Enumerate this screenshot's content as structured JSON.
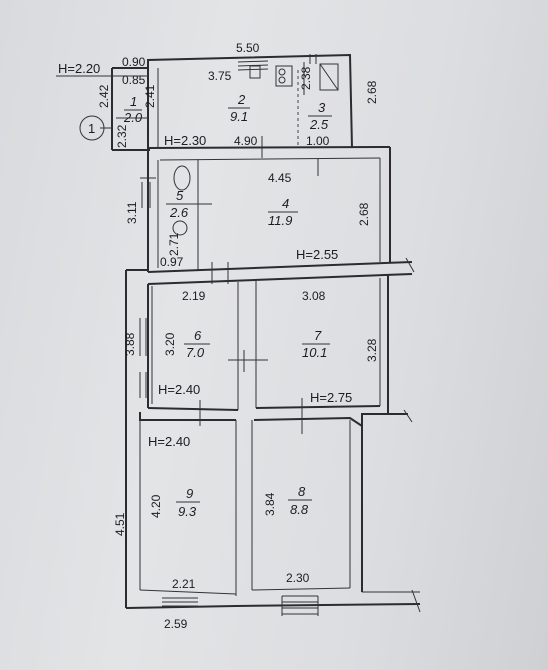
{
  "diagram": {
    "plan_marker": "1",
    "heights": {
      "h1": "H=2.20",
      "h2": "H=2.30",
      "h3": "H=2.55",
      "h4": "H=2.40",
      "h5": "H=2.40",
      "h6": "H=2.75"
    },
    "dimensions": {
      "d_550": "5.50",
      "d_090": "0.90",
      "d_085": "0.85",
      "d_375": "3.75",
      "d_238": "2.38",
      "d_268_r": "2.68",
      "d_242": "2.42",
      "d_241": "2.41",
      "d_232": "2.32",
      "d_490": "4.90",
      "d_100": "1.00",
      "d_445": "4.45",
      "d_311": "3.11",
      "d_271": "2.71",
      "d_268_m": "2.68",
      "d_097": "0.97",
      "d_219": "2.19",
      "d_308": "3.08",
      "d_388": "3.88",
      "d_320": "3.20",
      "d_328": "3.28",
      "d_451": "4.51",
      "d_420": "4.20",
      "d_384": "3.84",
      "d_221": "2.21",
      "d_230": "2.30",
      "d_259": "2.59"
    },
    "rooms": [
      {
        "num": "1",
        "area": "2.0"
      },
      {
        "num": "2",
        "area": "9.1"
      },
      {
        "num": "3",
        "area": "2.5"
      },
      {
        "num": "4",
        "area": "11.9"
      },
      {
        "num": "5",
        "area": "2.6"
      },
      {
        "num": "6",
        "area": "7.0"
      },
      {
        "num": "7",
        "area": "10.1"
      },
      {
        "num": "8",
        "area": "8.8"
      },
      {
        "num": "9",
        "area": "9.3"
      }
    ]
  }
}
